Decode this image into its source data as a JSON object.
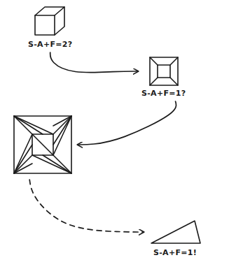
{
  "diagram": {
    "nodes": [
      {
        "text": [
          "S-A+F=2?"
        ]
      },
      {
        "text": [
          "S-A+F=1?"
        ]
      },
      {
        "text": []
      },
      {
        "text": [
          "S-A+F=1!"
        ]
      }
    ],
    "edges": [
      {
        "from": 0,
        "to": 1,
        "arrow": "to"
      },
      {
        "from": 1,
        "to": 2,
        "arrow": "to"
      },
      {
        "from": 2,
        "to": 3,
        "arrow": "to"
      }
    ]
  }
}
